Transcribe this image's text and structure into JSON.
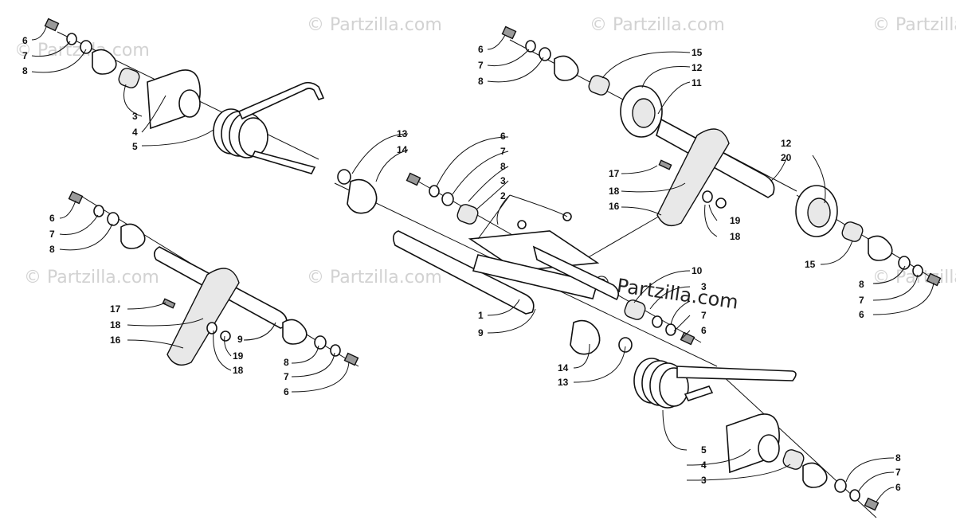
{
  "watermarks": {
    "faint": "© Partzilla.com",
    "main": "© Partzilla.com"
  },
  "labels": {
    "l1": "1",
    "l2": "2",
    "l3a": "3",
    "l3b": "3",
    "l3c": "3",
    "l3d": "3",
    "l4a": "4",
    "l4b": "4",
    "l5a": "5",
    "l5b": "5",
    "l6a": "6",
    "l6b": "6",
    "l6c": "6",
    "l6d": "6",
    "l6e": "6",
    "l6f": "6",
    "l6g": "6",
    "l7a": "7",
    "l7b": "7",
    "l7c": "7",
    "l7d": "7",
    "l7e": "7",
    "l7f": "7",
    "l7g": "7",
    "l8a": "8",
    "l8b": "8",
    "l8c": "8",
    "l8d": "8",
    "l8e": "8",
    "l8f": "8",
    "l8g": "8",
    "l9a": "9",
    "l9b": "9",
    "l10": "10",
    "l11": "11",
    "l12a": "12",
    "l12b": "12",
    "l13a": "13",
    "l13b": "13",
    "l14a": "14",
    "l14b": "14",
    "l15a": "15",
    "l15b": "15",
    "l16a": "16",
    "l16b": "16",
    "l17a": "17",
    "l17b": "17",
    "l18a": "18",
    "l18b": "18",
    "l18c": "18",
    "l18d": "18",
    "l19a": "19",
    "l19b": "19",
    "l20": "20"
  }
}
